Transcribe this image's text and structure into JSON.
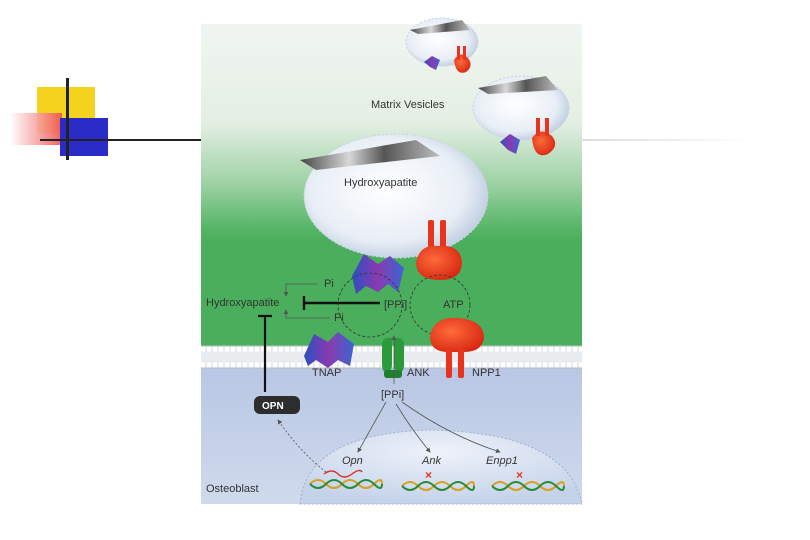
{
  "labels": {
    "matrix_vesicles": "Matrix Vesicles",
    "hydroxyapatite_crystal": "Hydroxyapatite",
    "hydroxyapatite": "Hydroxyapatite",
    "pi_top": "Pi",
    "pi_bottom": "Pi",
    "ppi_extracellular": "[PPi]",
    "atp": "ATP",
    "tnap": "TNAP",
    "ank": "ANK",
    "npp1": "NPP1",
    "opn_protein": "OPN",
    "ppi_intracellular": "[PPi]",
    "gene_opn": "Opn",
    "gene_ank": "Ank",
    "gene_enpp1": "Enpp1",
    "osteoblast": "Osteoblast"
  },
  "colors": {
    "slide_accent_yellow": "#F5D21E",
    "slide_accent_red": "#F05050",
    "slide_accent_blue": "#2B2BC8",
    "extracellular_top": "#eef4ee",
    "extracellular_green": "#5ab86a",
    "cytoplasm": "#c8d4ea",
    "npp1": "#e8341c",
    "tnap_blue": "#3a5ec8",
    "tnap_purple": "#8a3ab0",
    "ank": "#2a9a3a"
  }
}
